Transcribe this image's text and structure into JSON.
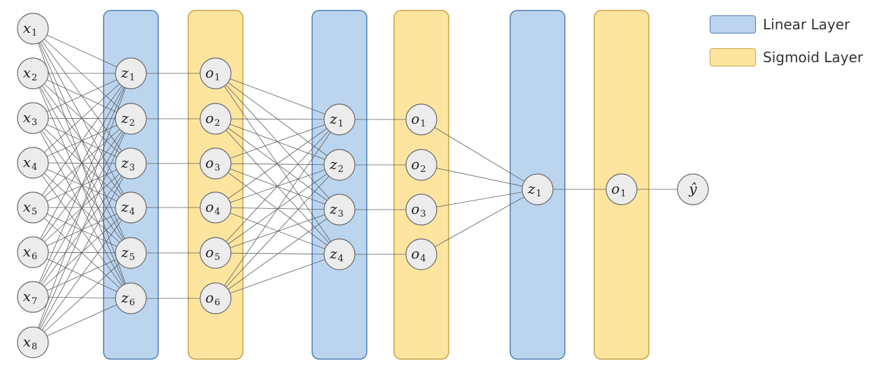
{
  "colors": {
    "linear_fill": "#bcd5ef",
    "linear_stroke": "#4f7fb5",
    "sigmoid_fill": "#fde5a0",
    "sigmoid_stroke": "#c9a243",
    "node_fill": "#ececec",
    "node_stroke": "#6e6e6e",
    "edge": "#5c5c5c"
  },
  "legend": {
    "linear_label": "Linear Layer",
    "sigmoid_label": "Sigmoid Layer"
  },
  "layers": [
    {
      "type": "input",
      "symbol": "x",
      "subs": [
        "1",
        "2",
        "3",
        "4",
        "5",
        "6",
        "7",
        "8"
      ]
    },
    {
      "type": "linear",
      "symbol": "z",
      "subs": [
        "1",
        "2",
        "3",
        "4",
        "5",
        "6"
      ]
    },
    {
      "type": "sigmoid",
      "symbol": "o",
      "subs": [
        "1",
        "2",
        "3",
        "4",
        "5",
        "6"
      ]
    },
    {
      "type": "linear",
      "symbol": "z",
      "subs": [
        "1",
        "2",
        "3",
        "4"
      ]
    },
    {
      "type": "sigmoid",
      "symbol": "o",
      "subs": [
        "1",
        "2",
        "3",
        "4"
      ]
    },
    {
      "type": "linear",
      "symbol": "z",
      "subs": [
        "1"
      ]
    },
    {
      "type": "sigmoid",
      "symbol": "o",
      "subs": [
        "1"
      ]
    },
    {
      "type": "output",
      "symbol": "ŷ",
      "subs": [
        ""
      ]
    }
  ],
  "connections": [
    {
      "from": 0,
      "to": 1,
      "kind": "full"
    },
    {
      "from": 1,
      "to": 2,
      "kind": "one-to-one"
    },
    {
      "from": 2,
      "to": 3,
      "kind": "full"
    },
    {
      "from": 3,
      "to": 4,
      "kind": "one-to-one"
    },
    {
      "from": 4,
      "to": 5,
      "kind": "full"
    },
    {
      "from": 5,
      "to": 6,
      "kind": "one-to-one"
    },
    {
      "from": 6,
      "to": 7,
      "kind": "one-to-one"
    }
  ]
}
